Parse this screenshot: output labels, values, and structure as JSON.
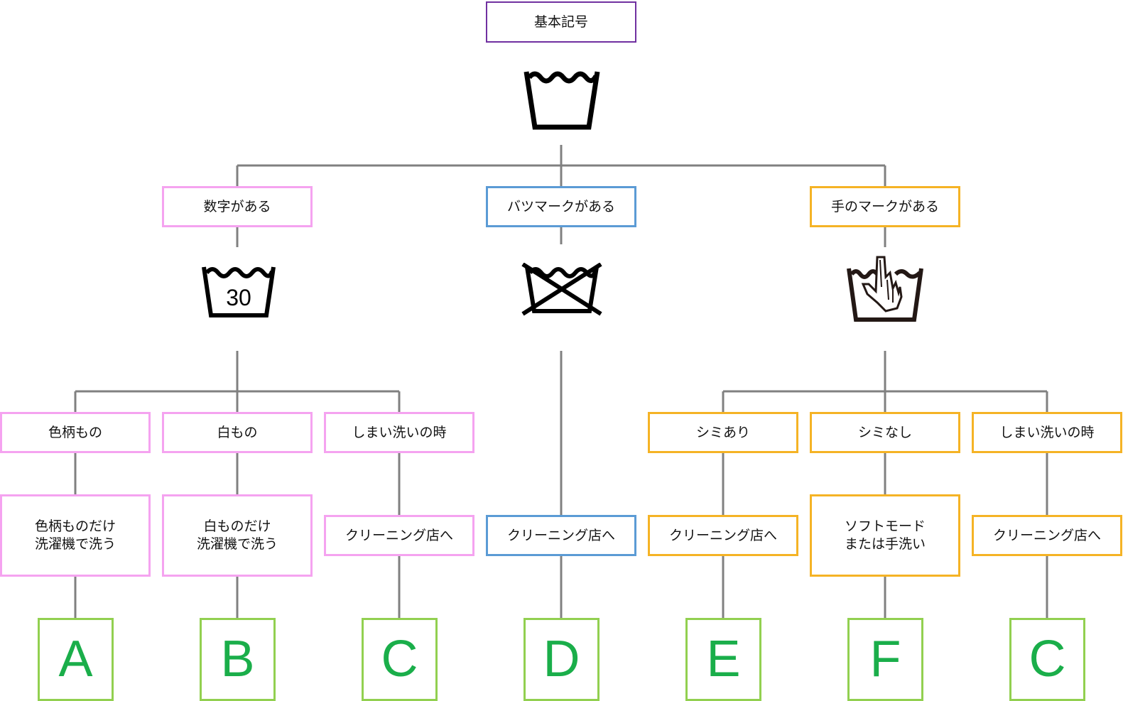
{
  "root": {
    "label": "基本記号",
    "icon": "wash-tub-icon"
  },
  "branches": [
    {
      "label": "数字がある",
      "icon": "wash-30-icon",
      "icon_text": "30",
      "color": "#f5a3f0"
    },
    {
      "label": "バツマークがある",
      "icon": "do-not-wash-icon",
      "color": "#5b9bd5"
    },
    {
      "label": "手のマークがある",
      "icon": "hand-wash-icon",
      "color": "#f5b325"
    }
  ],
  "leaves": [
    {
      "condition": "色柄もの",
      "action": "色柄ものだけ\n洗濯機で洗う",
      "result": "A"
    },
    {
      "condition": "白もの",
      "action": "白ものだけ\n洗濯機で洗う",
      "result": "B"
    },
    {
      "condition": "しまい洗いの時",
      "action": "クリーニング店へ",
      "result": "C"
    },
    {
      "condition": "",
      "action": "クリーニング店へ",
      "result": "D"
    },
    {
      "condition": "シミあり",
      "action": "クリーニング店へ",
      "result": "E"
    },
    {
      "condition": "シミなし",
      "action": "ソフトモード\nまたは手洗い",
      "result": "F"
    },
    {
      "condition": "しまい洗いの時",
      "action": "クリーニング店へ",
      "result": "C"
    }
  ],
  "colors": {
    "root_border": "#7030a0",
    "result_border": "#92d050",
    "result_text": "#1aae4a",
    "connector": "#808080"
  }
}
